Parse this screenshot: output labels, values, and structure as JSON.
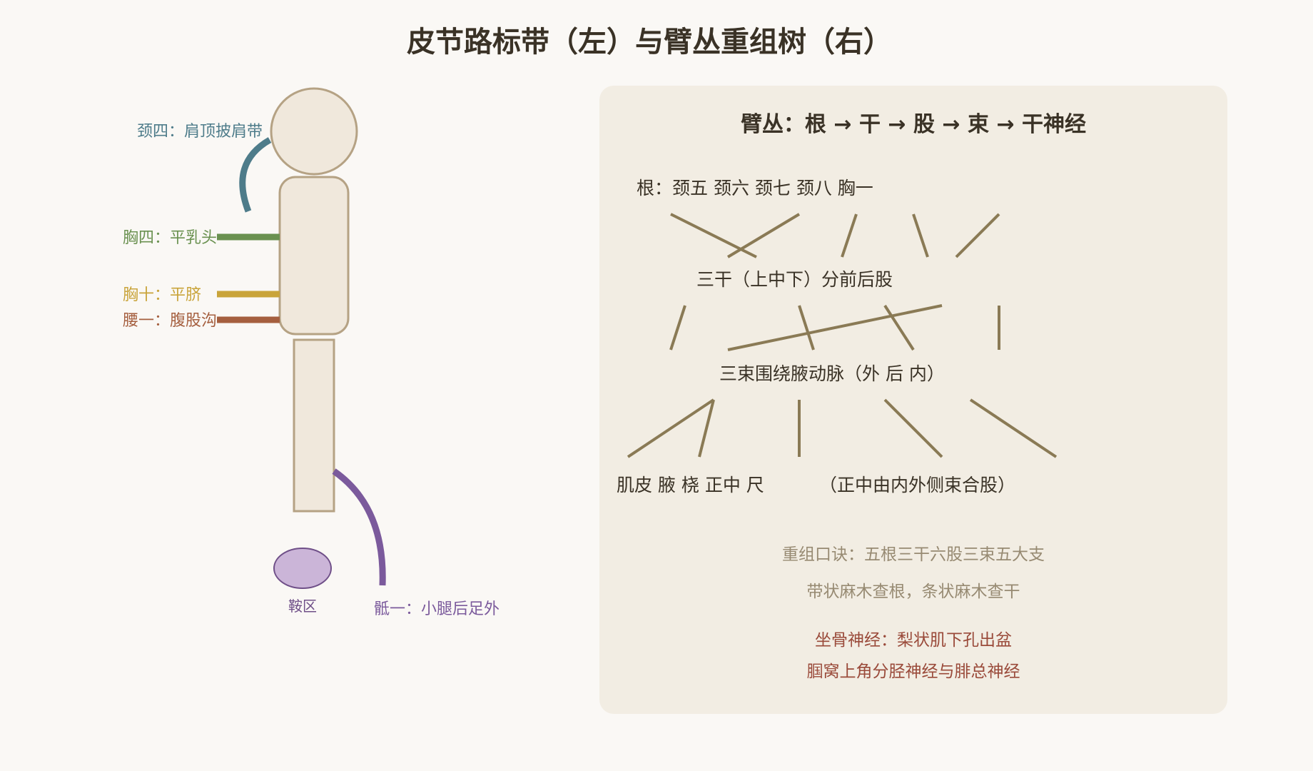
{
  "title": "皮节路标带（左）与臂丛重组树（右）",
  "colors": {
    "background": "#faf8f5",
    "panel": "#f2ede3",
    "body_fill": "#f0e8dc",
    "body_stroke": "#b5a284",
    "c4": "#4e7c8a",
    "t4": "#6a9150",
    "t10": "#c9a43a",
    "l1": "#a55f3f",
    "s1": "#7b5a9c",
    "saddle_fill": "#cbb5d8",
    "saddle_stroke": "#6f4f88",
    "tree_line": "#8a7a55",
    "dark_text": "#3a3226",
    "muted_text": "#978a72",
    "red_text": "#9a4a3a"
  },
  "dermatomes": {
    "c4": "颈四：肩顶披肩带",
    "t4": "胸四：平乳头",
    "t10": "胸十：平脐",
    "l1": "腰一：腹股沟",
    "s1": "骶一：小腿后足外",
    "saddle": "鞍区"
  },
  "plexus": {
    "heading": "臂丛：根 → 干 → 股 → 束 → 干神经",
    "roots": "根：颈五 颈六 颈七 颈八 胸一",
    "trunks": "三干（上中下）分前后股",
    "cords": "三束围绕腋动脉（外 后 内）",
    "branches": "肌皮 腋 桡 正中 尺",
    "median_note": "（正中由内外侧束合股）",
    "mnemonic_1": "重组口诀：五根三干六股三束五大支",
    "mnemonic_2": "带状麻木查根，条状麻木查干",
    "sciatic_1": "坐骨神经：梨状肌下孔出盆",
    "sciatic_2": "腘窝上角分胫神经与腓总神经"
  }
}
